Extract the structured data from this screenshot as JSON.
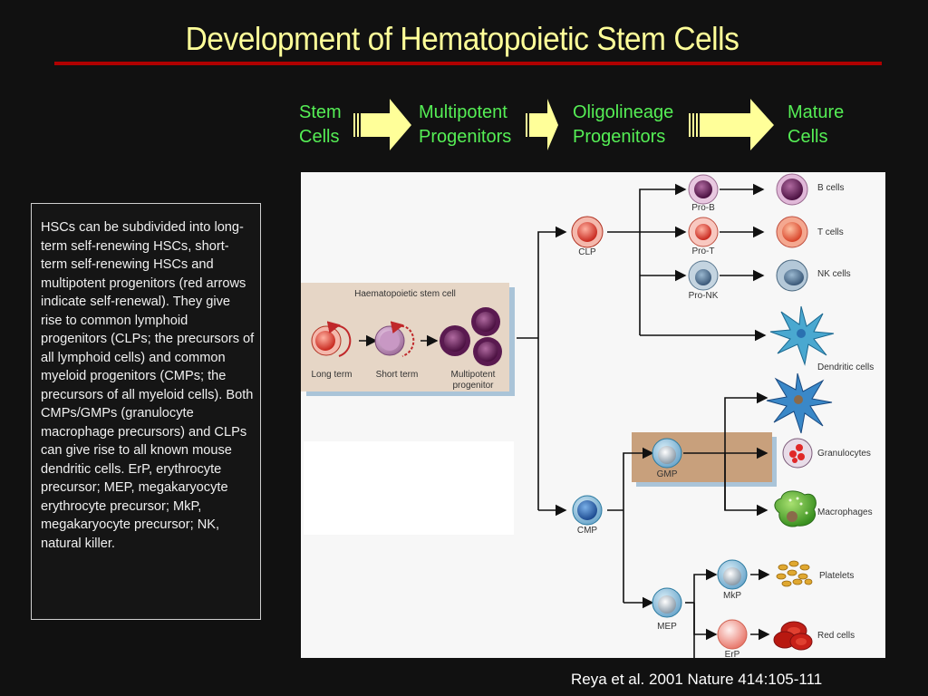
{
  "slide": {
    "title": "Development of Hematopoietic Stem Cells",
    "citation": "Reya et al. 2001 Nature 414:105-111"
  },
  "stages": [
    {
      "line1": "Stem",
      "line2": "Cells"
    },
    {
      "line1": "Multipotent",
      "line2": "Progenitors"
    },
    {
      "line1": "Oligolineage",
      "line2": "Progenitors"
    },
    {
      "line1": "Mature",
      "line2": "Cells"
    }
  ],
  "description": "HSCs can be subdivided into long-term self-renewing HSCs, short-term self-renewing HSCs and multipotent progenitors (red arrows indicate self-renewal). They give rise to common lymphoid progenitors (CLPs; the precursors of all lymphoid cells) and common myeloid progenitors (CMPs; the precursors of all myeloid cells). Both CMPs/GMPs (granulocyte macrophage precursors) and CLPs can give rise to all known mouse dendritic cells. ErP, erythrocyte precursor; MEP, megakaryocyte erythrocyte precursor; MkP, megakaryocyte precursor; NK, natural killer.",
  "figure": {
    "hsc_box": {
      "title": "Haematopoietic stem cell",
      "long_term": "Long term",
      "short_term": "Short term",
      "multipotent_1": "Multipotent",
      "multipotent_2": "progenitor"
    },
    "progenitors": {
      "clp": "CLP",
      "cmp": "CMP",
      "gmp": "GMP",
      "mep": "MEP",
      "pro_b": "Pro-B",
      "pro_t": "Pro-T",
      "pro_nk": "Pro-NK",
      "mkp": "MkP",
      "erp": "ErP"
    },
    "mature": {
      "b_cells": "B cells",
      "t_cells": "T cells",
      "nk_cells": "NK cells",
      "dendritic_cells": "Dendritic cells",
      "granulocytes": "Granulocytes",
      "macrophages": "Macrophages",
      "platelets": "Platelets",
      "red_cells": "Red cells"
    }
  },
  "colors": {
    "title": "#ffff99",
    "title_rule": "#b00000",
    "stage_text": "#55ee55",
    "stage_arrow": "#ffff99"
  }
}
